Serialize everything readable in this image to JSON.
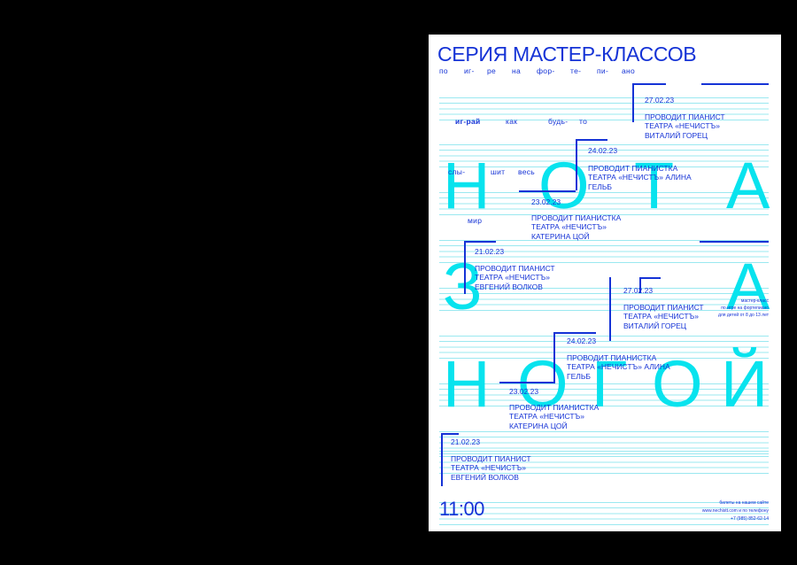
{
  "title": "СЕРИЯ МАСТЕР-КЛАССОВ",
  "subtitle_syllables": [
    "по",
    "иг-",
    "ре",
    "на",
    "фор-",
    "те-",
    "пи-",
    "ано"
  ],
  "lyrics": {
    "line1": [
      "иг-рай",
      "как",
      "будь-",
      "то"
    ],
    "line2": [
      "слы-",
      "шит",
      "весь"
    ],
    "line3": [
      "мир"
    ]
  },
  "big_text": {
    "row1": [
      "Н",
      "О",
      "Т",
      "А"
    ],
    "row2": [
      "З",
      "А"
    ],
    "row3": [
      "Н",
      "О",
      "Г",
      "О",
      "Й"
    ]
  },
  "events": [
    {
      "date": "27.02.23",
      "text": "ПРОВОДИТ ПИАНИСТ ТЕАТРА «НЕЧИСТЪ» ВИТАЛИЙ ГОРЕЦ"
    },
    {
      "date": "24.02.23",
      "text": "ПРОВОДИТ ПИАНИСТКА ТЕАТРА «НЕЧИСТЪ» АЛИНА ГЕЛЬБ"
    },
    {
      "date": "23.02.23",
      "text": "ПРОВОДИТ ПИАНИСТКА ТЕАТРА «НЕЧИСТЪ» КАТЕРИНА ЦОЙ"
    },
    {
      "date": "21.02.23",
      "text": "ПРОВОДИТ ПИАНИСТ ТЕАТРА «НЕЧИСТЪ» ЕВГЕНИЙ ВОЛКОВ"
    },
    {
      "date": "27.02.23",
      "text": "ПРОВОДИТ ПИАНИСТ ТЕАТРА «НЕЧИСТЪ» ВИТАЛИЙ ГОРЕЦ"
    },
    {
      "date": "24.02.23",
      "text": "ПРОВОДИТ ПИАНИСТКА ТЕАТРА «НЕЧИСТЪ» АЛИНА ГЕЛЬБ"
    },
    {
      "date": "23.02.23",
      "text": "ПРОВОДИТ ПИАНИСТКА ТЕАТРА «НЕЧИСТЪ» КАТЕРИНА ЦОЙ"
    },
    {
      "date": "21.02.23",
      "text": "ПРОВОДИТ ПИАНИСТ ТЕАТРА «НЕЧИСТЪ» ЕВГЕНИЙ ВОЛКОВ"
    }
  ],
  "side_note": [
    "мастер-класс",
    "по игре на фортепиано",
    "для детей от 8 до 13 лет"
  ],
  "contacts": [
    "билеты на нашем сайте",
    "www.nechistt.com и по телефону",
    "+7 (985) 852-62-14"
  ],
  "time": "11:00",
  "colors": {
    "blue": "#1533d6",
    "cyan": "#08e3ee",
    "staff": "#8fe6ee"
  }
}
